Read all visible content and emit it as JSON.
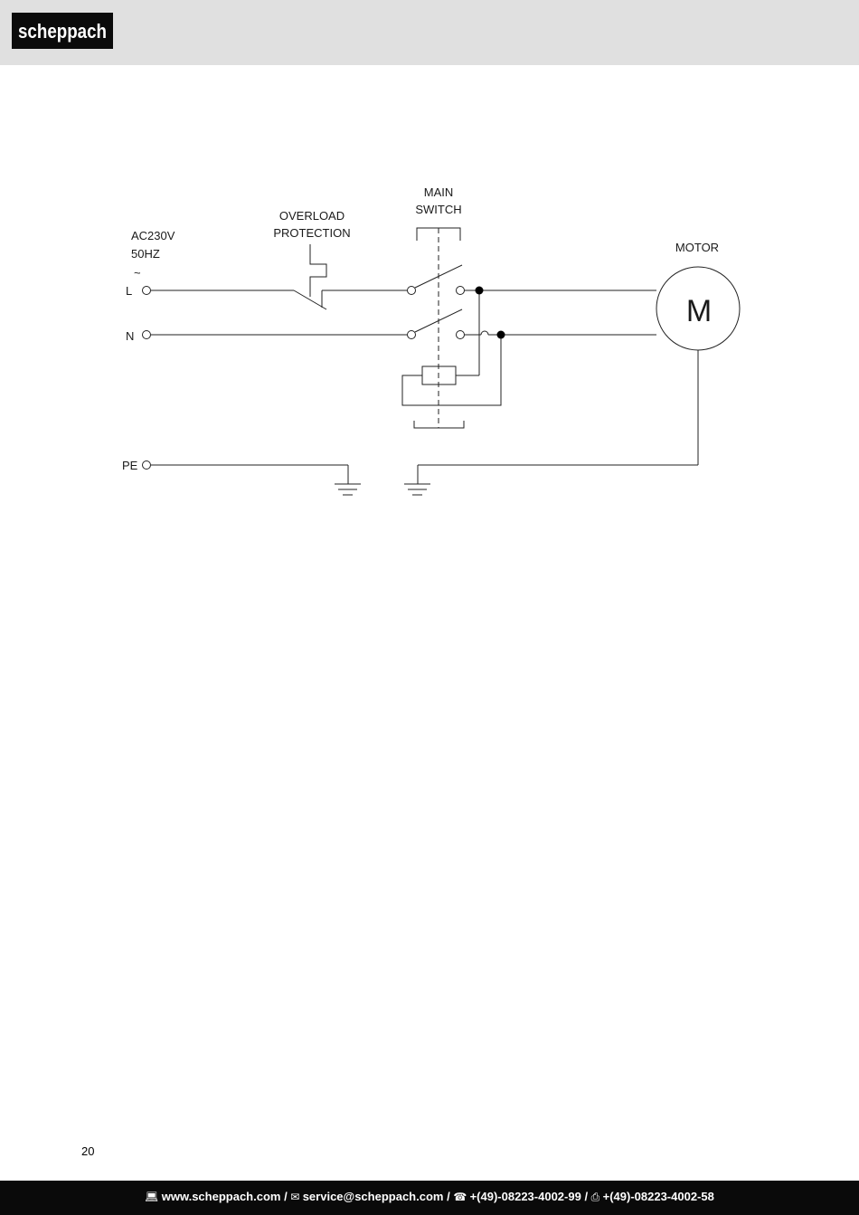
{
  "header": {
    "brand_logo_text": "scheppach",
    "background": "#e0e0e0"
  },
  "diagram": {
    "supply_voltage": "AC230V",
    "supply_frequency": "50HZ",
    "ac_symbol": "~",
    "terminal_l": "L",
    "terminal_n": "N",
    "terminal_pe": "PE",
    "overload_line1": "OVERLOAD",
    "overload_line2": "PROTECTION",
    "main_switch_line1": "MAIN",
    "main_switch_line2": "SWITCH",
    "motor_label": "MOTOR",
    "motor_symbol": "M"
  },
  "page_number": "20",
  "footer": {
    "website": "www.scheppach.com",
    "email": "service@scheppach.com",
    "phone": "+(49)-08223-4002-99",
    "fax": "+(49)-08223-4002-58",
    "separator": " / "
  }
}
